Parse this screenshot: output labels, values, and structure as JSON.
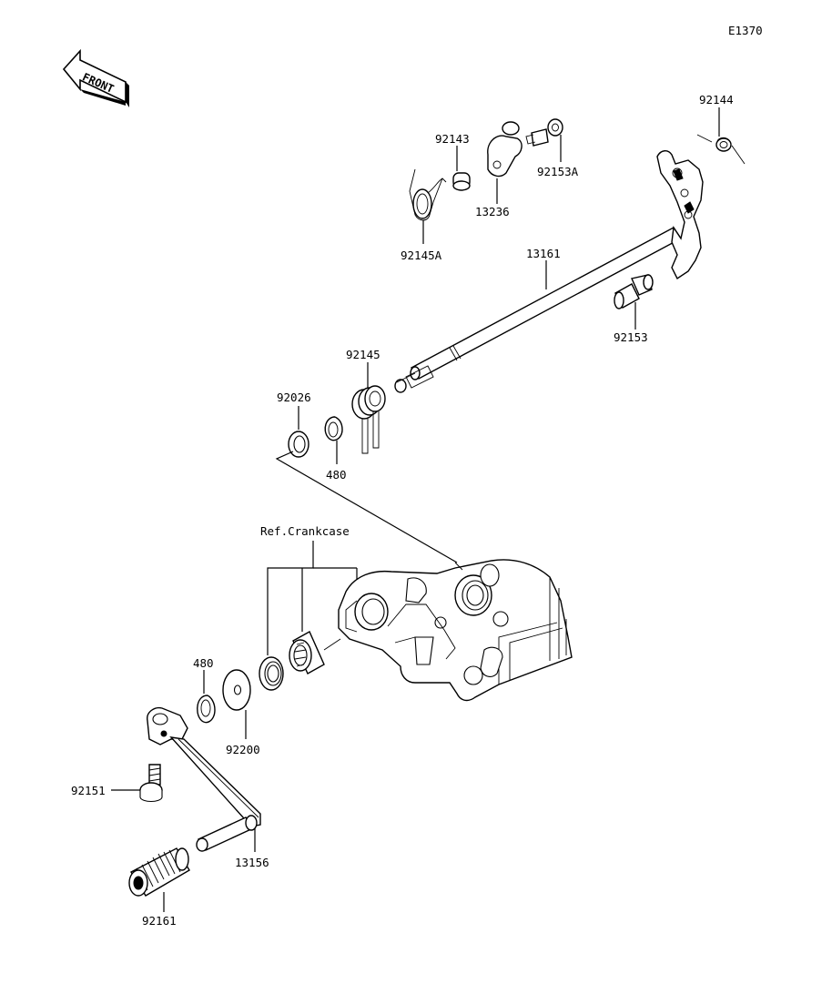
{
  "diagram_code": "E1370",
  "front_marker": "FRONT",
  "ref_note": "Ref.Crankcase",
  "labels": {
    "p92144": "92144",
    "p92143": "92143",
    "p13236": "13236",
    "p92153A": "92153A",
    "p92145A": "92145A",
    "p13161": "13161",
    "p92153": "92153",
    "p92145": "92145",
    "p92026": "92026",
    "p480_upper": "480",
    "p480_lower": "480",
    "p92200": "92200",
    "p92151": "92151",
    "p13156": "13156",
    "p92161": "92161"
  }
}
